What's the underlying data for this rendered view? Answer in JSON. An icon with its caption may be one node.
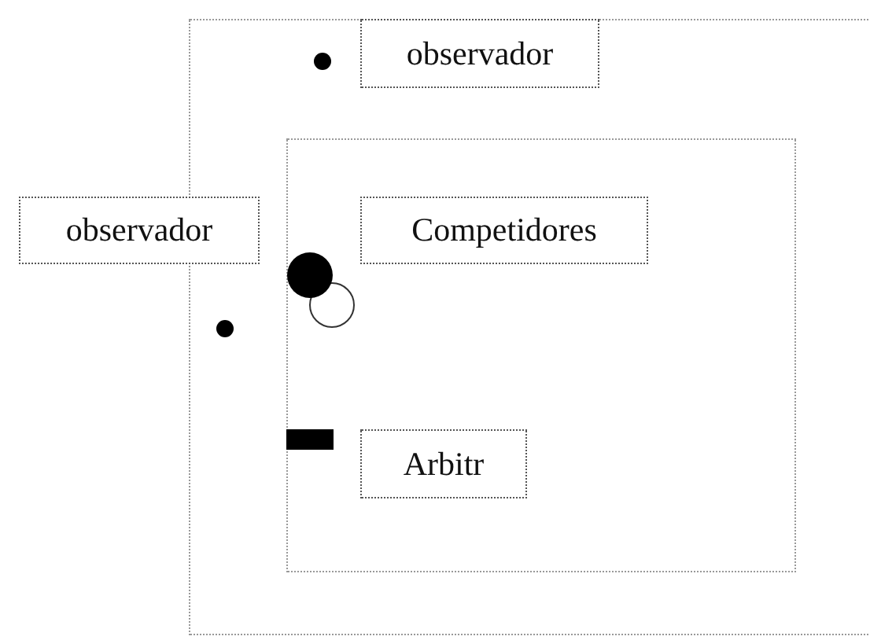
{
  "diagram": {
    "nodes": [
      {
        "text": [],
        "shape": "box"
      },
      {
        "text": [
          "observador"
        ],
        "in": 0
      },
      {
        "text": [
          "observador"
        ]
      },
      {
        "text": [],
        "shape": "box",
        "in": 0
      },
      {
        "text": [
          "Competidores"
        ],
        "in": 3
      },
      {
        "text": [
          "Arbitr"
        ],
        "in": 3
      }
    ]
  }
}
